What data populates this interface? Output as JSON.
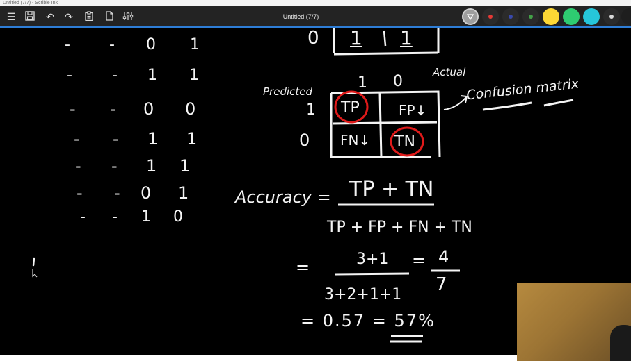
{
  "window": {
    "os_title": "Untitled (7/7) - Scrible Ink",
    "doc_title": "Untitled (7/7)"
  },
  "toolbar": {
    "icons": [
      "menu-icon",
      "save-icon",
      "undo-icon",
      "redo-icon",
      "paste-icon",
      "new-page-icon",
      "pen-settings-icon"
    ],
    "colors": [
      "#9e9e9e",
      "#e53935",
      "#3949ab",
      "#43a047",
      "#fdd835",
      "#2ecc71",
      "#26c6da",
      "#9e9e9e",
      "#1e1e1e"
    ]
  },
  "board": {
    "left_rows": [
      [
        "-",
        "-",
        "0",
        "1"
      ],
      [
        "-",
        "-",
        "1",
        "1"
      ],
      [
        "-",
        "-",
        "0",
        "0"
      ],
      [
        "-",
        "-",
        "1",
        "1"
      ],
      [
        "-",
        "-",
        "1",
        "1"
      ],
      [
        "-",
        "-",
        "0",
        "1"
      ],
      [
        "-",
        "-",
        "1",
        "0"
      ]
    ],
    "top_row": [
      "0",
      "1",
      "1"
    ],
    "matrix": {
      "predicted_label": "Predicted",
      "actual_label": "Actual",
      "col_headers": [
        "1",
        "0"
      ],
      "row_headers": [
        "1",
        "0"
      ],
      "cells": [
        [
          "TP",
          "FP↓"
        ],
        [
          "FN↓",
          "TN"
        ]
      ],
      "note": "Confusion matrix"
    },
    "accuracy": {
      "label": "Accuracy =",
      "numerator": "TP + TN",
      "denominator": "TP + FP + FN + TN",
      "step1_eq": "=",
      "step1_num": "3+1",
      "step1_den": "3+2+1+1",
      "step1_eq2": "=",
      "step1_frac_num": "4",
      "step1_frac_den": "7",
      "result": "= 0.57 = 57%"
    }
  }
}
